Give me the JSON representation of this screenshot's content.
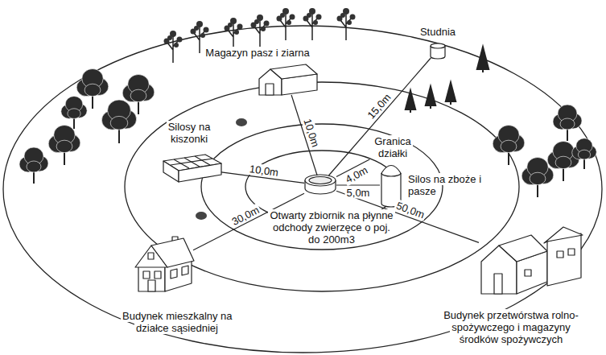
{
  "diagram": {
    "nodes": [
      {
        "text": [
          "Magazyn pasz i ziarna"
        ]
      },
      {
        "text": [
          "Granica działki"
        ]
      },
      {
        "text": [
          "Studnia"
        ]
      },
      {
        "text": [
          "Silosy na kiszonki"
        ]
      },
      {
        "text": [
          "Silos na zboże i pasze"
        ]
      },
      {
        "text": [
          "Otwarty zbiornik na płynne odchody zwierzęce o poj. do 200m3"
        ]
      },
      {
        "text": [
          "Budynek mieszkalny na działce sąsiedniej"
        ]
      },
      {
        "text": [
          "Budynek przetwórstwa rolno- spożywczego i magazyny środków spożywczych"
        ]
      }
    ],
    "edges": [
      {
        "from": 5,
        "to": 0,
        "arrow": "none",
        "label": "10,0m"
      },
      {
        "from": 5,
        "to": 1,
        "arrow": "none",
        "label": "4,0m"
      },
      {
        "from": 5,
        "to": 2,
        "arrow": "none",
        "label": "15,0m"
      },
      {
        "from": 5,
        "to": 3,
        "arrow": "none",
        "label": "10,0m"
      },
      {
        "from": 5,
        "to": 4,
        "arrow": "none",
        "label": "5,0m"
      },
      {
        "from": 5,
        "to": 6,
        "arrow": "none",
        "label": "30,0m"
      },
      {
        "from": 5,
        "to": 7,
        "arrow": "none",
        "label": "50,0m"
      }
    ]
  }
}
